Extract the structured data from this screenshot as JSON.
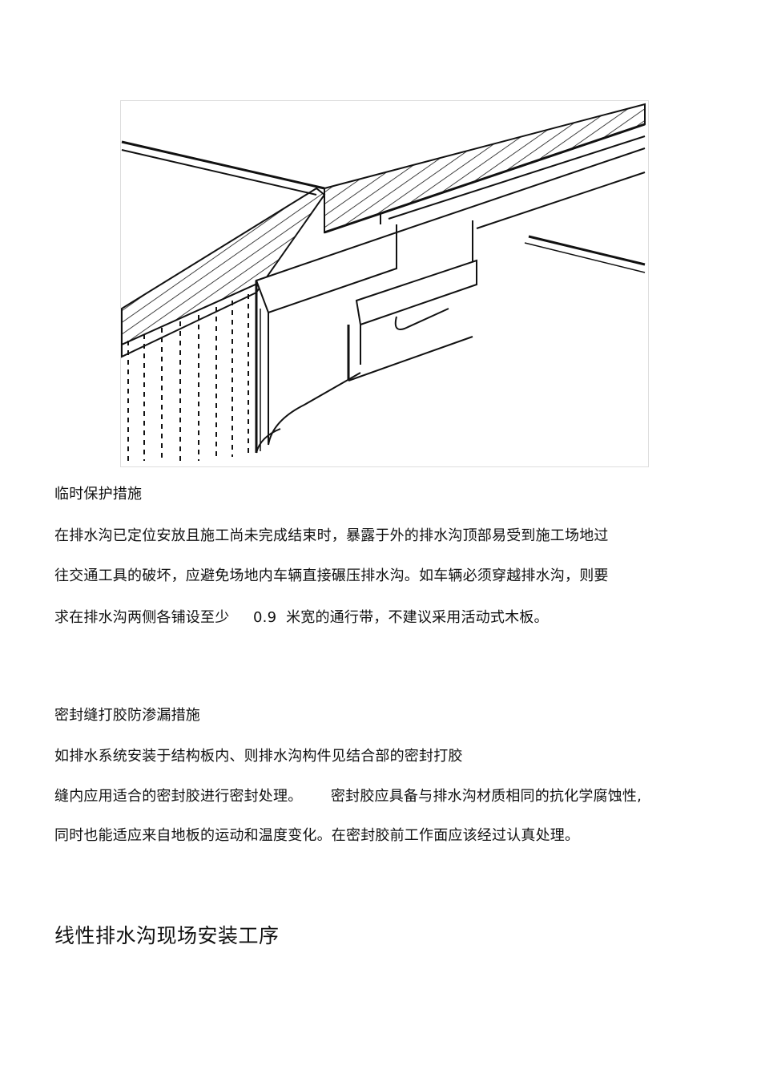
{
  "sections": [
    {
      "title": "临时保护措施",
      "lines": [
        "在排水沟已定位安放且施工尚未完成结束时，暴露于外的排水沟顶部易受到施工场地过",
        "往交通工具的破坏，应避免场地内车辆直接碾压排水沟。如车辆必须穿越排水沟，则要",
        "求在排水沟两侧各铺设至少     0.9  米宽的通行带，不建议采用活动式木板。"
      ]
    },
    {
      "title": "密封缝打胶防渗漏措施",
      "lines": [
        "如排水系统安装于结构板内、则排水沟构件见结合部的密封打胶",
        "缝内应用适合的密封胶进行密封处理。      密封胶应具备与排水沟材质相同的抗化学腐蚀性,",
        "同时也能适应来自地板的运动和温度变化。在密封胶前工作面应该经过认真处理。"
      ]
    }
  ],
  "heading": "线性排水沟现场安装工序",
  "figure": {
    "icon": "drainage-channel-section-illustration"
  }
}
